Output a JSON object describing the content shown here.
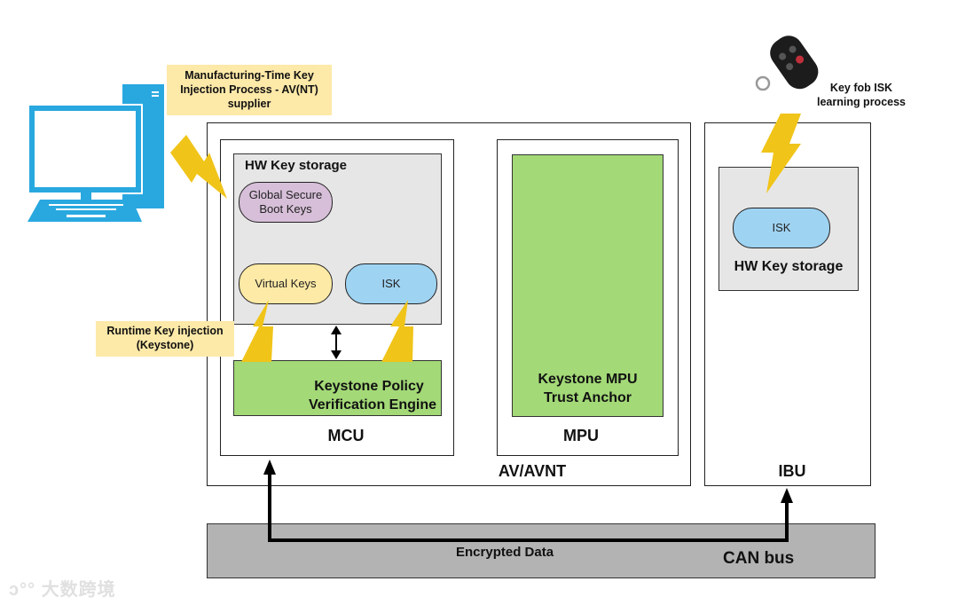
{
  "notes": {
    "manufacturing": "Manufacturing-Time Key Injection Process - AV(NT) supplier",
    "manufacturing_lines": [
      "Manufacturing-Time Key",
      "Injection Process - AV(NT)",
      "supplier"
    ],
    "runtime_lines": [
      "Runtime Key injection",
      "(Keystone)"
    ],
    "keyfob_lines": [
      "Key fob ISK",
      "learning process"
    ]
  },
  "av": {
    "label": "AV/AVNT",
    "mcu": {
      "label": "MCU",
      "hw_storage_title": "HW Key storage",
      "keys": {
        "global_lines": [
          "Global Secure",
          "Boot Keys"
        ],
        "virtual": "Virtual Keys",
        "isk": "ISK"
      },
      "engine_lines": [
        "Keystone Policy",
        "Verification Engine"
      ]
    },
    "mpu": {
      "label": "MPU",
      "anchor_lines": [
        "Keystone MPU",
        "Trust Anchor"
      ]
    }
  },
  "ibu": {
    "label": "IBU",
    "isk": "ISK",
    "hw_storage_title": "HW Key storage"
  },
  "bus": {
    "label": "CAN bus",
    "data_label": "Encrypted Data"
  },
  "watermark": "大数跨境",
  "colors": {
    "green": "#a3d977",
    "note": "#fde9a8",
    "lightning": "#f0c419",
    "computer": "#29a8e0",
    "purple_key": "#d7bfd9",
    "yellow_key": "#fdeaa6",
    "blue_key": "#9fd3f2",
    "bus": "#b3b3b3"
  }
}
